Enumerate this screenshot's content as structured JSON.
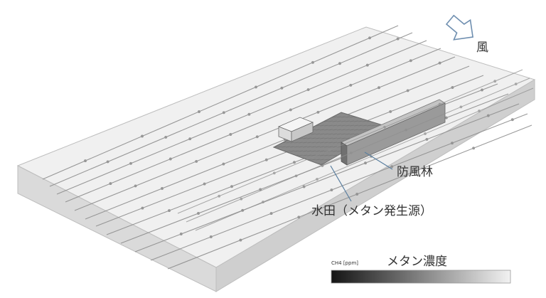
{
  "labels": {
    "wind": "風",
    "windbreak": "防風林",
    "paddy": "水田（メタン発生源）"
  },
  "legend": {
    "unit": "CH4 [ppm]",
    "title": "メタン濃度"
  },
  "colors": {
    "ground_top": "#f0f0f0",
    "ground_side": "#d2d2d2",
    "ground_edge": "#bdbdbd",
    "paddy": "#8a8a8a",
    "windbreak_front": "#9a9a9a",
    "windbreak_top": "#c4c4c4",
    "building": "#ebebeb",
    "streamline": "#8e8e8e",
    "leader_line": "#5a7fa0",
    "arrow_outline": "#6f8fb0",
    "colorbar_low": "#141414",
    "colorbar_high": "#f2f2f2"
  },
  "icons": {
    "wind_arrow": "hollow-arrow-icon"
  }
}
